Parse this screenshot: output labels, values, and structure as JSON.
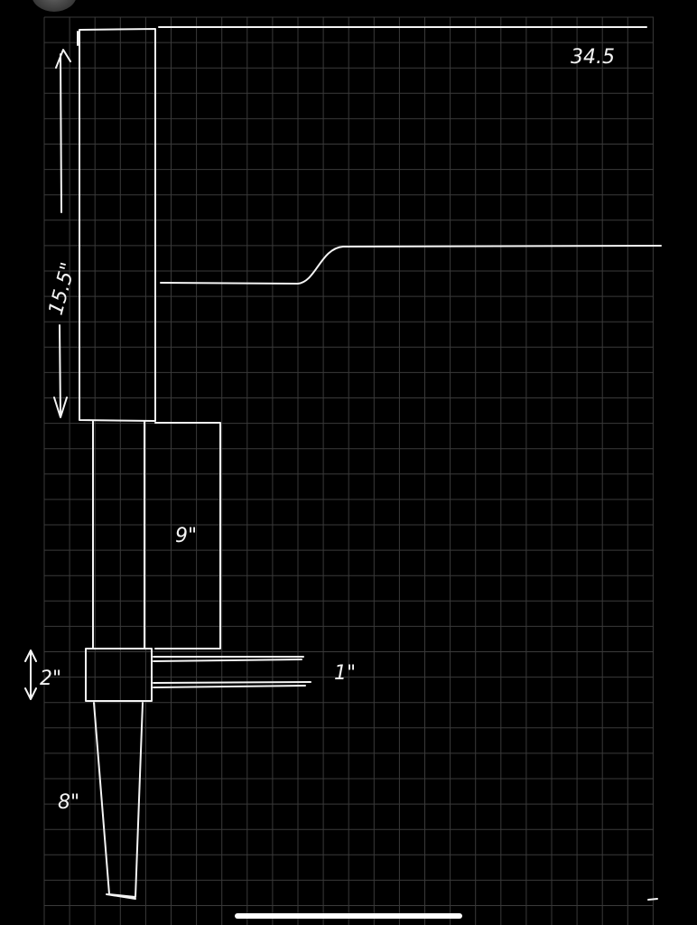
{
  "sketch": {
    "labels": {
      "width_total": "34.5",
      "upper_height": "15.5\"",
      "middle_height": "9\"",
      "collar_height": "2\"",
      "collar_width": "1\"",
      "taper_height": "8\""
    },
    "colors": {
      "background": "#000000",
      "grid": "#3a3a3a",
      "ink": "#f4f4f4"
    }
  }
}
